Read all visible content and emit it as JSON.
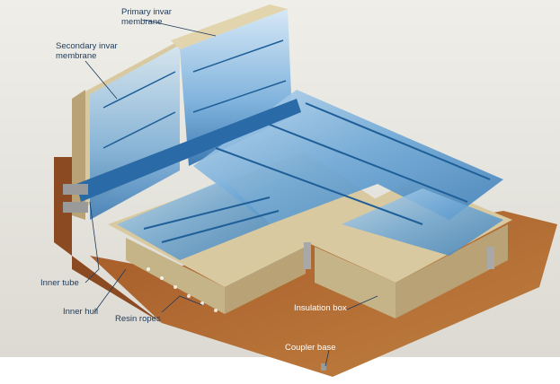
{
  "labels": {
    "primary_membrane": [
      "Primary invar",
      "membrane"
    ],
    "secondary_membrane": [
      "Secondary invar",
      "membrane"
    ],
    "inner_tube": "Inner tube",
    "inner_hull": "Inner hull",
    "resin_ropes": "Resin ropes",
    "insulation_box": "Insulation box",
    "coupler_base": "Coupler base"
  },
  "colors": {
    "background": "#e8e6df",
    "hull": "#8c4a22",
    "hull_light": "#b06a34",
    "insulation": "#d9c9a0",
    "insulation_dark": "#b8a276",
    "membrane": "#6fa8d6",
    "membrane_light": "#bcd8ef",
    "strake": "#1f5f98",
    "label_dark": "#1f3a5a",
    "label_light": "#ffffff"
  }
}
